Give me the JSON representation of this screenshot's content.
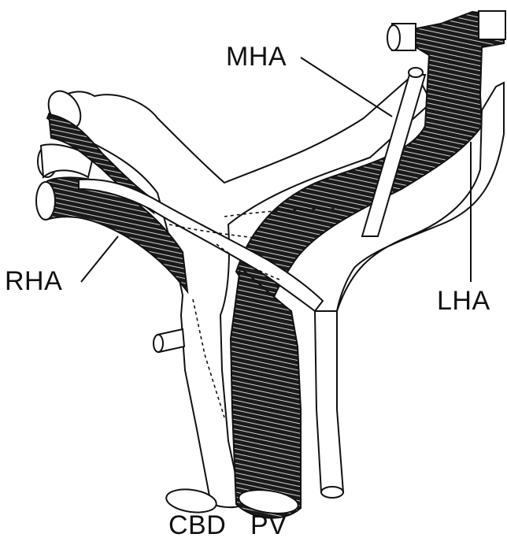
{
  "labels": {
    "mha": "MHA",
    "rha": "RHA",
    "lha": "LHA",
    "cbd": "CBD",
    "pv": "PV"
  },
  "colors": {
    "outline": "#111111",
    "fill_light": "#ffffff",
    "fill_dark": "#1a1a1a",
    "background": "#ffffff"
  }
}
